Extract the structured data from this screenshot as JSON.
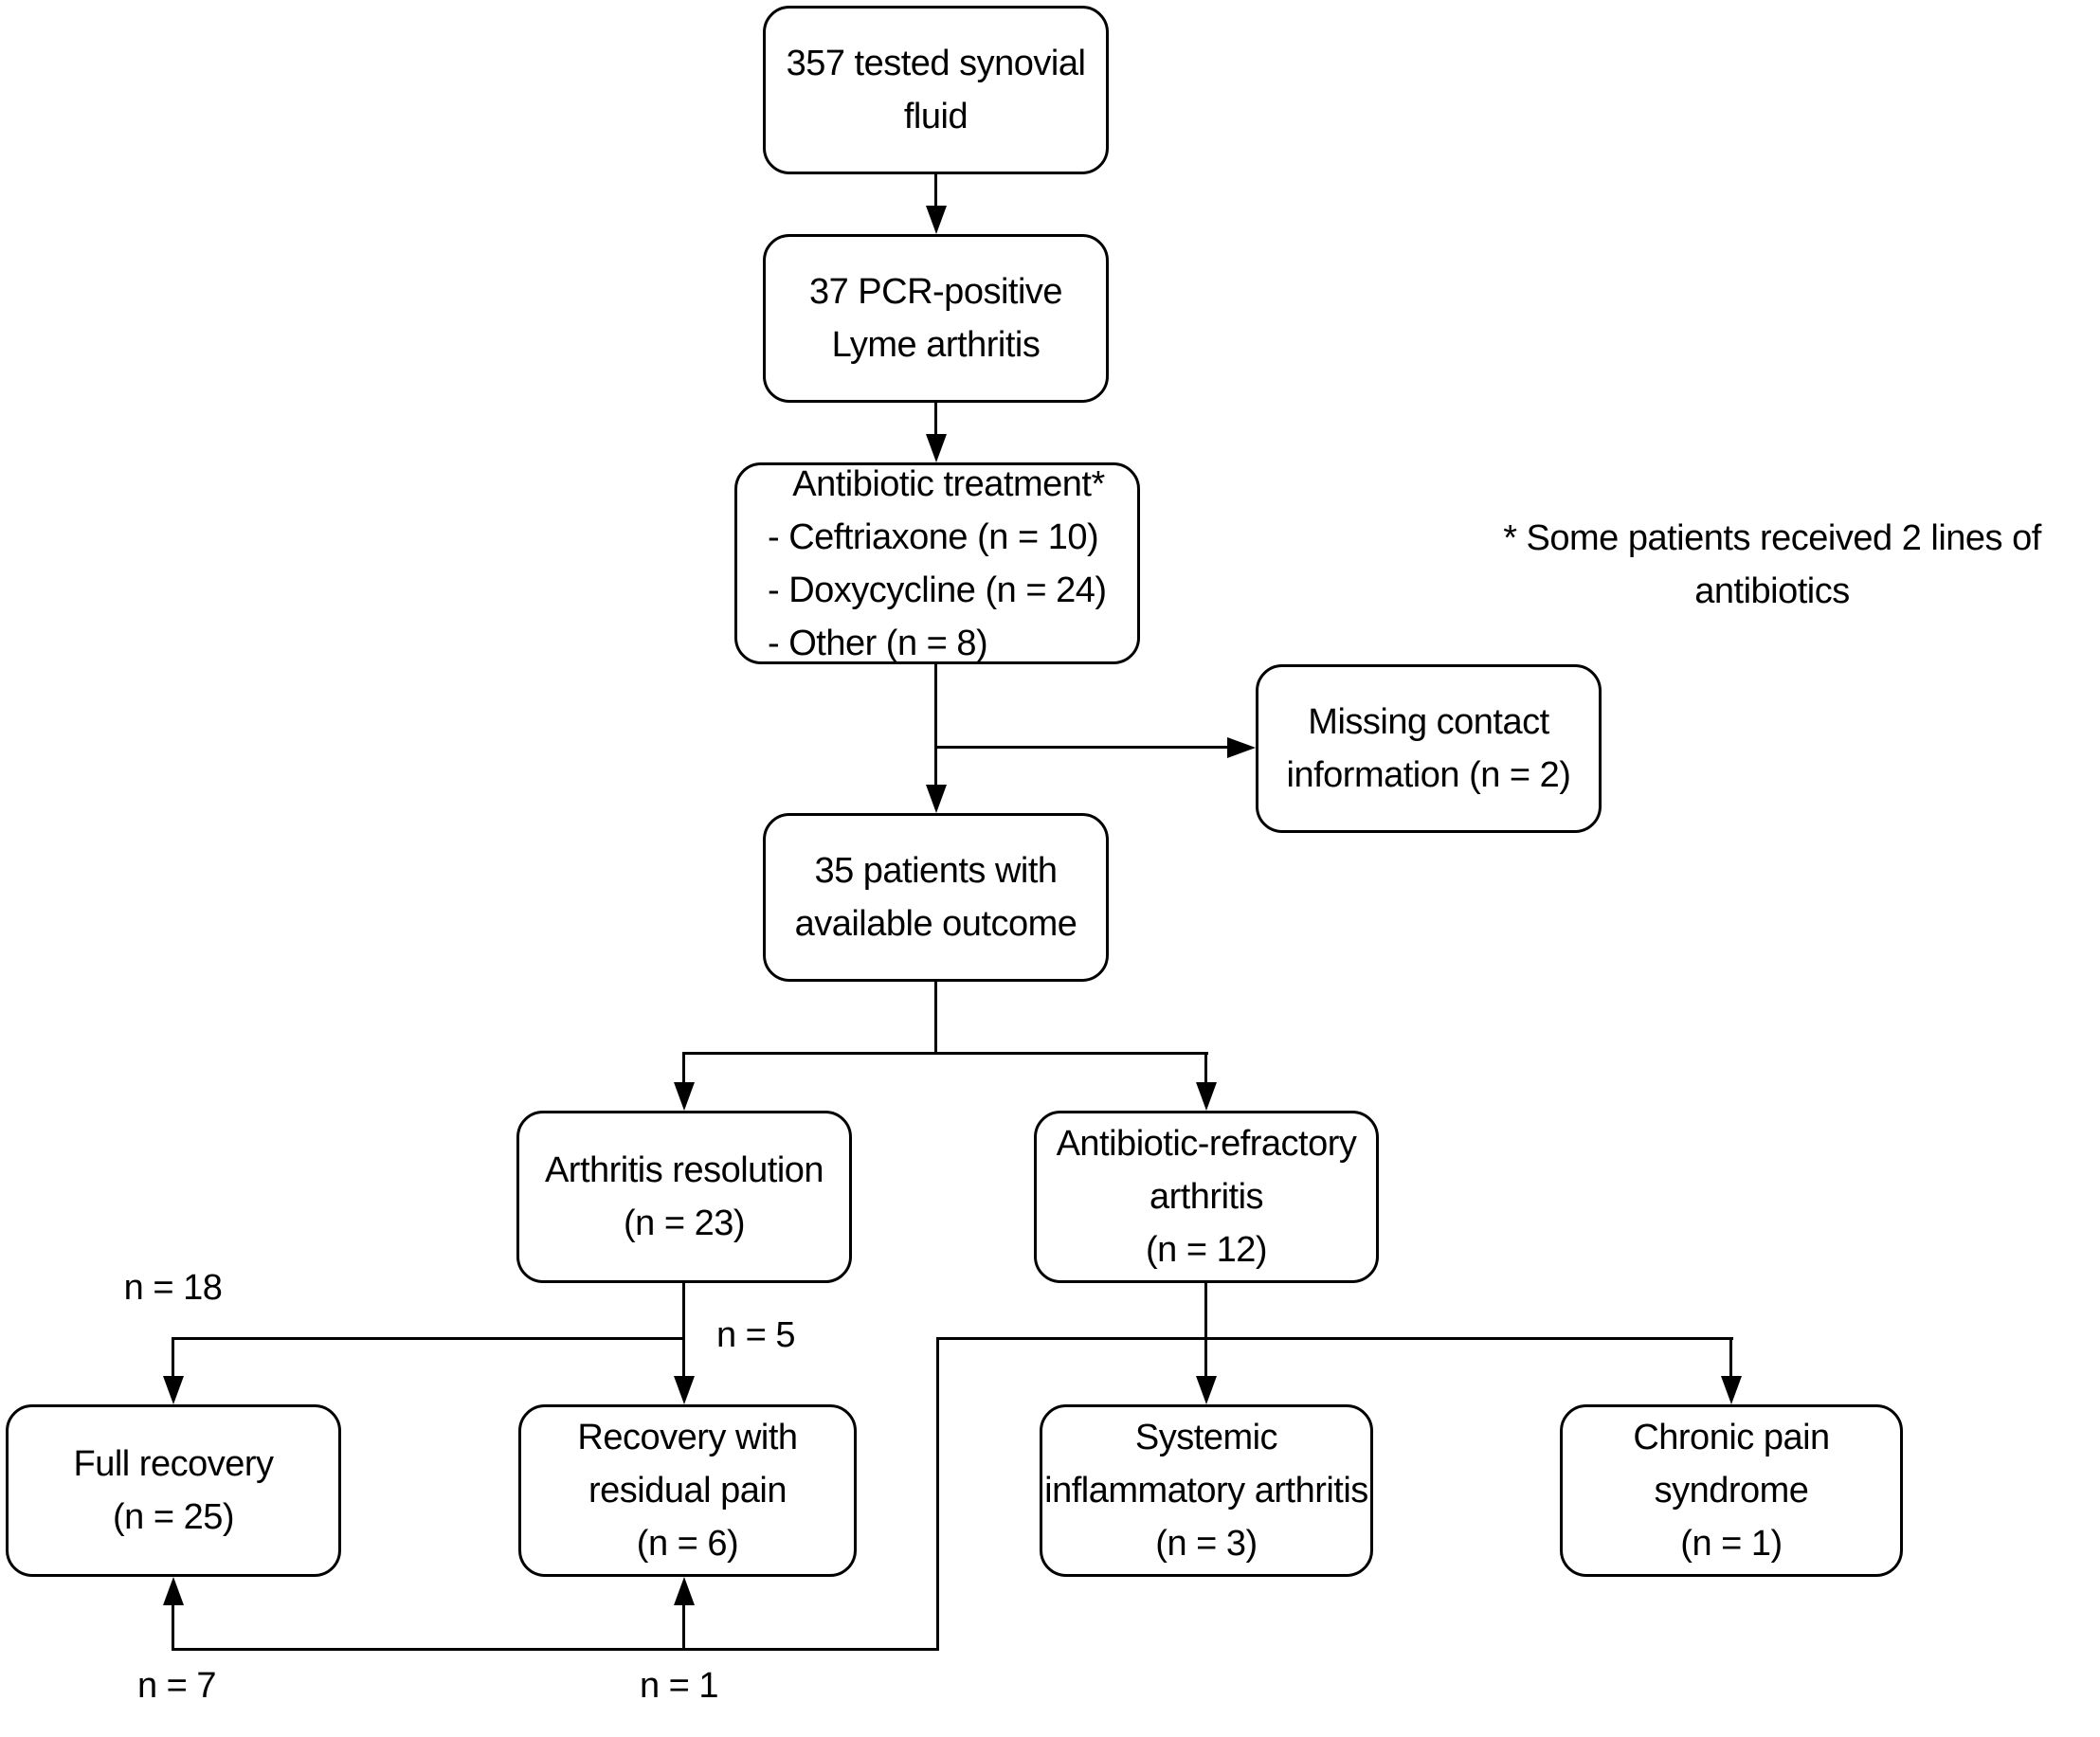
{
  "nodes": {
    "tested": {
      "text": "357 tested synovial\nfluid"
    },
    "pcr": {
      "text": "37 PCR-positive\nLyme arthritis"
    },
    "antibiotic": {
      "title": "Antibiotic treatment*",
      "items": [
        "- Ceftriaxone (n = 10)",
        "- Doxycycline (n = 24)",
        "- Other (n = 8)"
      ]
    },
    "missing": {
      "text": "Missing contact\ninformation (n = 2)"
    },
    "outcome": {
      "text": "35 patients with\navailable outcome"
    },
    "resolution": {
      "text": "Arthritis resolution\n(n = 23)"
    },
    "refractory": {
      "text": "Antibiotic-refractory\narthritis\n(n = 12)"
    },
    "full_recovery": {
      "text": "Full recovery\n(n = 25)"
    },
    "residual": {
      "text": "Recovery with\nresidual pain\n(n = 6)"
    },
    "systemic": {
      "text": "Systemic\ninflammatory arthritis\n(n = 3)"
    },
    "chronic": {
      "text": "Chronic pain\nsyndrome\n(n = 1)"
    }
  },
  "footnote": {
    "text": "* Some patients received 2 lines of\nantibiotics"
  },
  "edge_labels": {
    "n18": "n = 18",
    "n5": "n = 5",
    "n7": "n = 7",
    "n1": "n = 1"
  },
  "colors": {
    "background": "#ffffff",
    "line": "#000000",
    "box_border": "#000000",
    "text": "#000000"
  }
}
